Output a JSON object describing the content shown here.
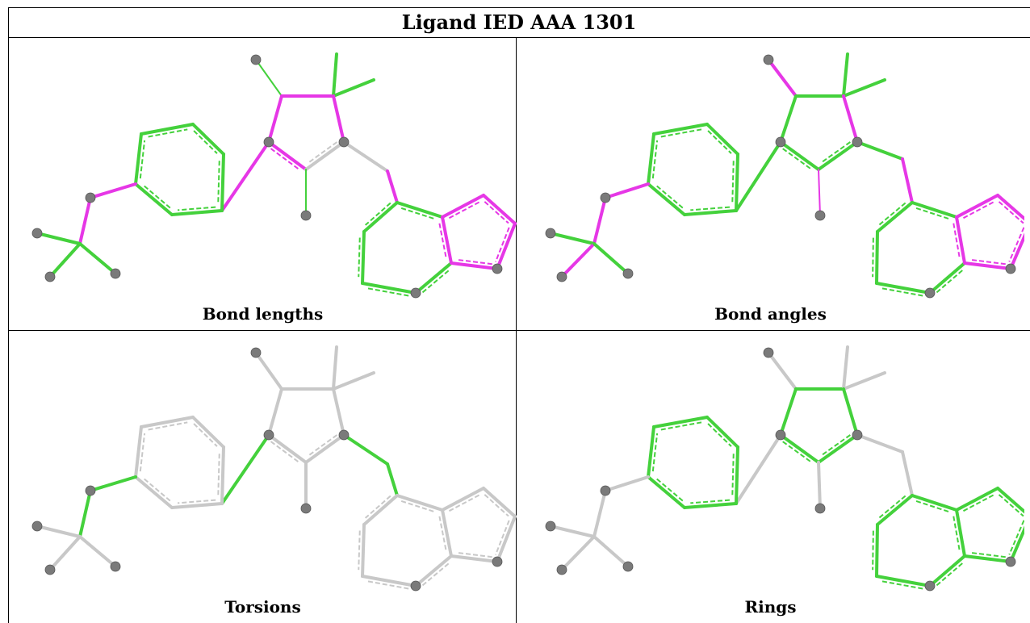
{
  "title": "Ligand IED AAA 1301",
  "panels": [
    {
      "id": "bond-lengths",
      "caption": "Bond lengths",
      "default_color": "green",
      "highlight_color": "magenta",
      "highlighted_bonds": [
        "a2-r3",
        "r3-r4",
        "r3-r2",
        "r2-r1",
        "r1-r5",
        "r5-m1",
        "ph3-r2",
        "o-ph5",
        "o-c1",
        "m2-ff1",
        "ff1-ff2",
        "ff2-ff3",
        "ff3-ff4",
        "ff4-ff5",
        "ff5-m2",
        "m2-m3"
      ],
      "gray_bonds": [
        "r5-c5",
        "r5-r4"
      ],
      "thin_bonds": [
        "r2-me1",
        "r3-me2"
      ]
    },
    {
      "id": "bond-angles",
      "caption": "Bond angles",
      "default_color": "green",
      "highlight_color": "magenta",
      "highlighted_bonds": [
        "r1-r5",
        "r1-me3",
        "r5-m1",
        "r4-me2",
        "o-ph5",
        "o-c1",
        "c1-me4",
        "ff2-ff3",
        "ff3-ff4",
        "ff4-ff5",
        "ff1-ff2",
        "m2-ff1",
        "m3-m2",
        "m3-ff5"
      ],
      "gray_bonds": [],
      "thin_bonds": [
        "r3-me2"
      ]
    },
    {
      "id": "torsions",
      "caption": "Torsions",
      "default_color": "gray",
      "highlight_color": "green",
      "highlighted_bonds": [
        "ph3-r2",
        "r5-c5",
        "c5-m1",
        "o-ph5",
        "o-c1"
      ],
      "gray_bonds": [],
      "thin_bonds": []
    },
    {
      "id": "rings",
      "caption": "Rings",
      "default_color": "gray",
      "highlight_color": "green",
      "highlighted_bonds": [
        "ring-phenyl",
        "ring-five",
        "ring-benzo",
        "ring-fused-five"
      ],
      "gray_bonds": [],
      "thin_bonds": []
    }
  ],
  "colors": {
    "green": "#44d13c",
    "magenta": "#e637e6",
    "gray": "#c8c8c8",
    "atom": "#7a7a7a",
    "border": "#000000"
  }
}
